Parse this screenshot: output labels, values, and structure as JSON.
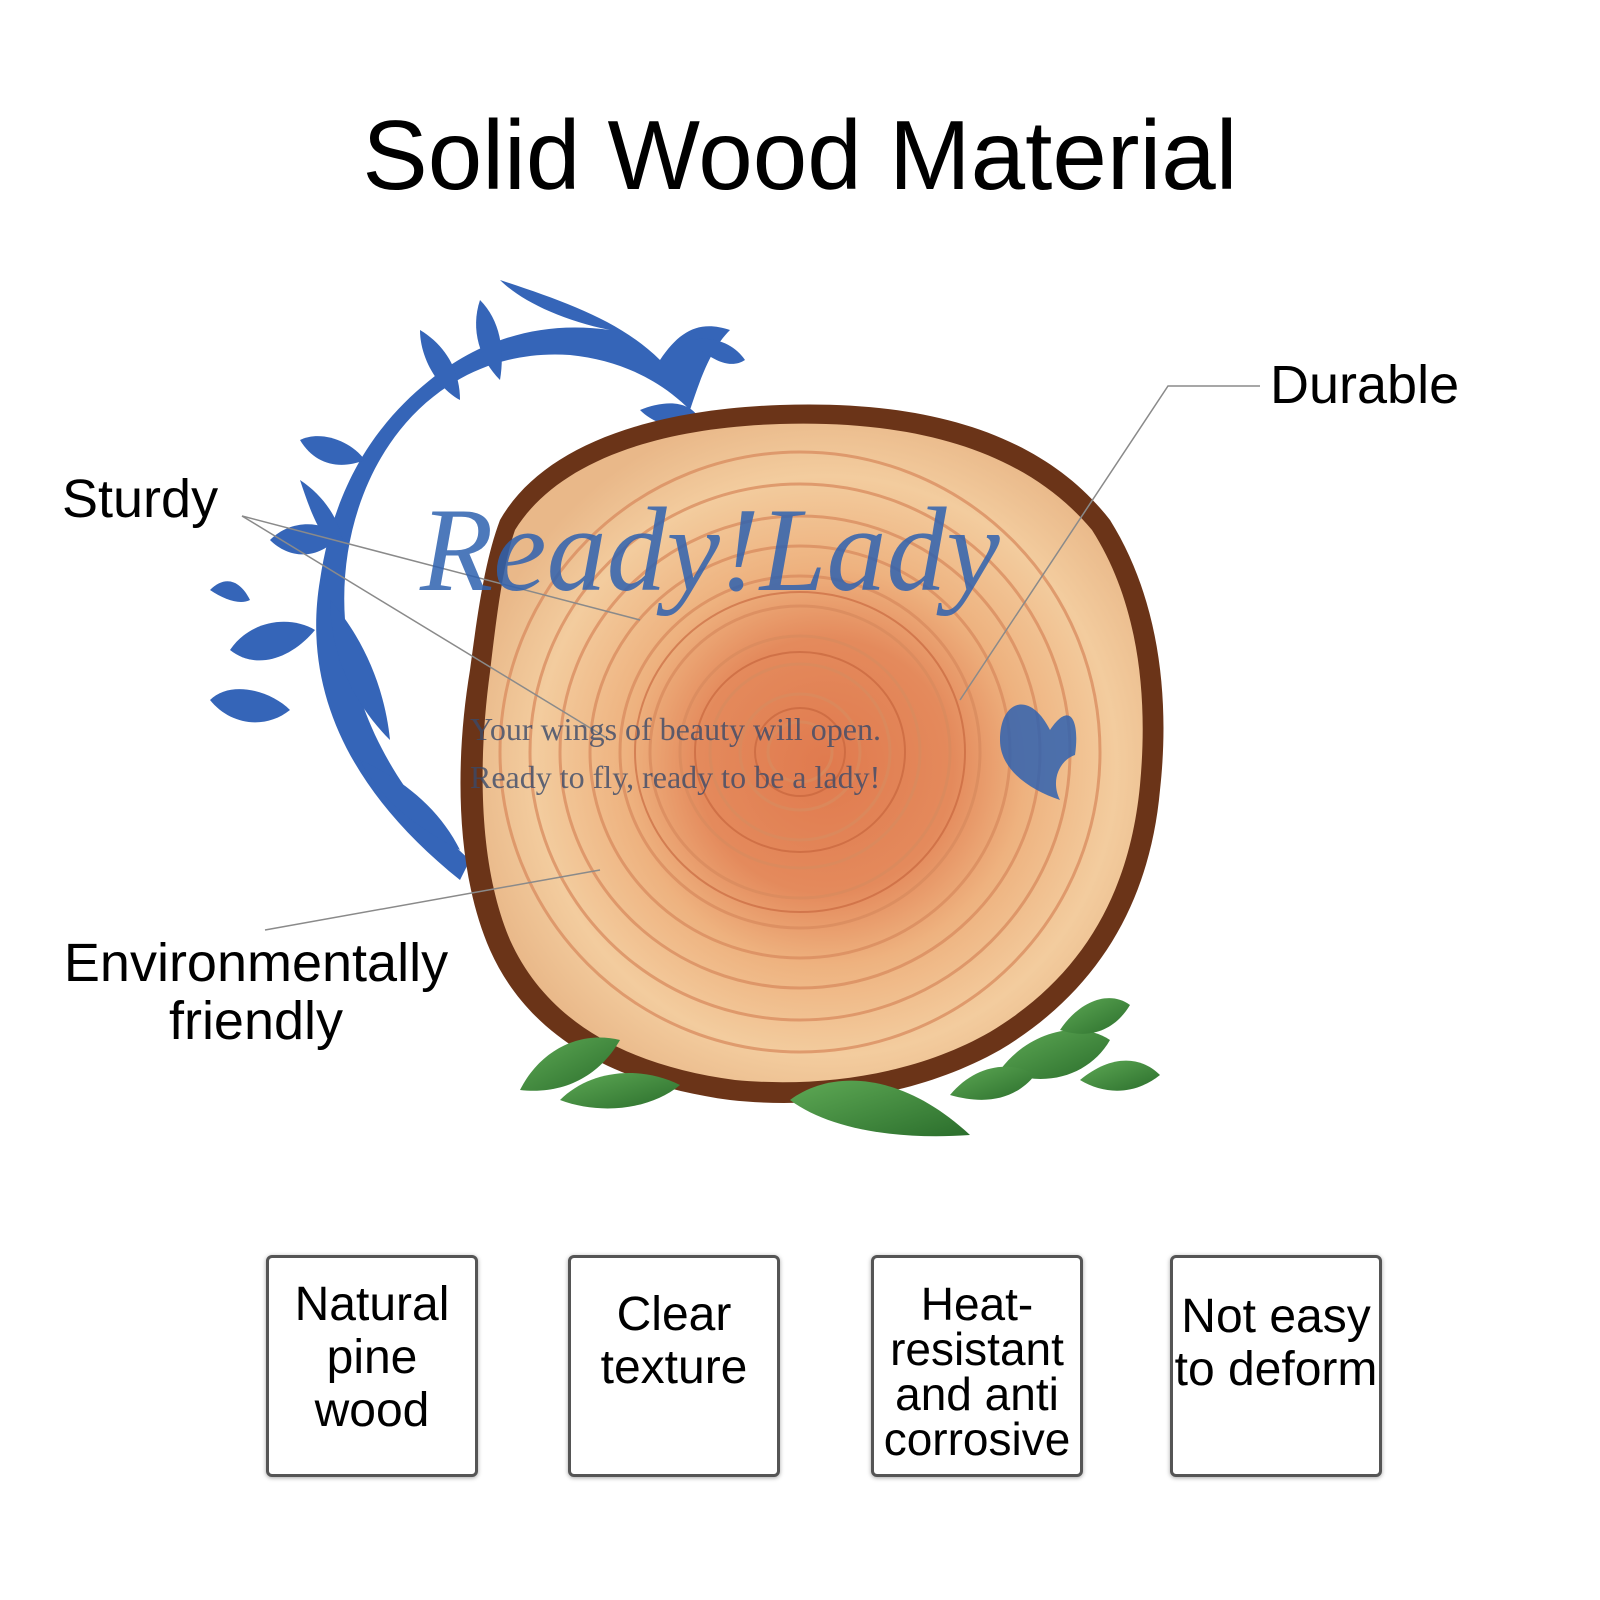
{
  "title": "Solid Wood Material",
  "callouts": {
    "durable": "Durable",
    "sturdy": "Sturdy",
    "environment_line1": "Environmentally",
    "environment_line2": "friendly"
  },
  "watermark": {
    "brand": "Ready!Lady",
    "tagline_line1": "Your wings of beauty will open.",
    "tagline_line2": "Ready to fly, ready to be a lady!"
  },
  "features": [
    {
      "lines": [
        "Natural",
        "pine",
        "wood"
      ]
    },
    {
      "lines": [
        "Clear",
        "texture"
      ]
    },
    {
      "lines": [
        "Heat-",
        "resistant",
        "and anti",
        "corrosive"
      ]
    },
    {
      "lines": [
        "Not easy",
        "to deform"
      ]
    }
  ],
  "colors": {
    "wood_core": "#d9744a",
    "wood_light": "#f3c99a",
    "bark": "#6b3418",
    "leaf": "#3f8a3a",
    "watermark_blue": "#2f62b0"
  }
}
